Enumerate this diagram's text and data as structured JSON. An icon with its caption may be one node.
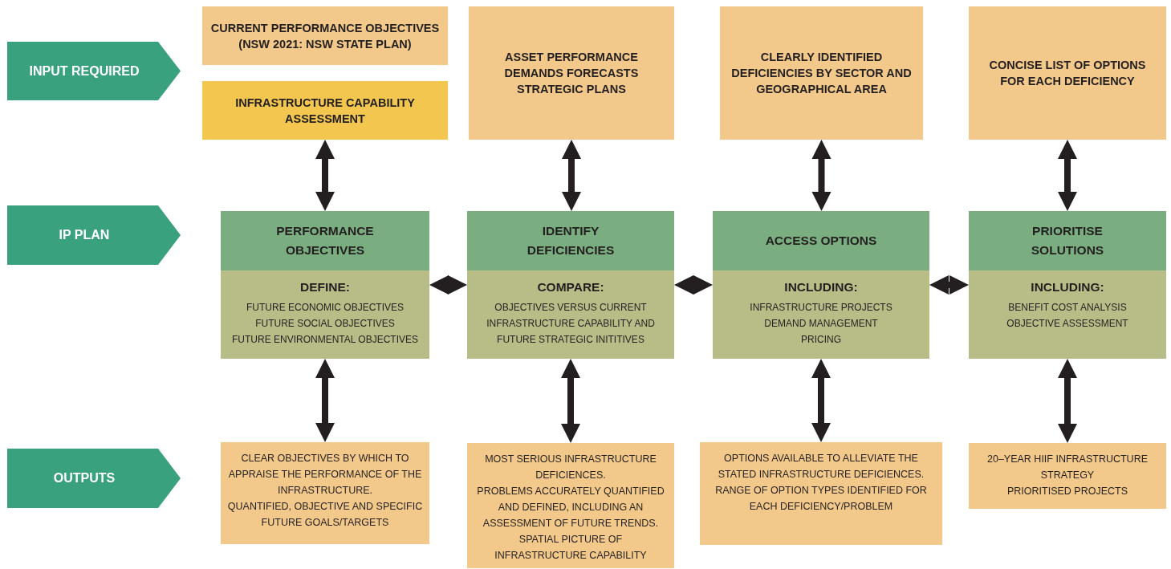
{
  "diagram": {
    "nodes": [
      {
        "text": [
          "INPUT REQUIRED"
        ]
      },
      {
        "text": [
          "CURRENT PERFORMANCE OBJECTIVES (NSW 2021: NSW STATE PLAN)"
        ]
      },
      {
        "text": [
          "INFRASTRUCTURE CAPABILITY ASSESSMENT"
        ]
      },
      {
        "text": [
          "ASSET PERFORMANCE",
          "DEMANDS FORECASTS",
          "STRATEGIC PLANS"
        ]
      },
      {
        "text": [
          "CLEARLY IDENTIFIED DEFICIENCIES BY SECTOR AND GEOGRAPHICAL AREA"
        ]
      },
      {
        "text": [
          "CONCISE LIST OF OPTIONS FOR EACH DEFICIENCY"
        ]
      },
      {
        "text": [
          "IP PLAN"
        ]
      },
      {
        "text": [
          "PERFORMANCE OBJECTIVES",
          "DEFINE:",
          "FUTURE ECONOMIC OBJECTIVES",
          "FUTURE SOCIAL OBJECTIVES",
          "FUTURE ENVIRONMENTAL OBJECTIVES"
        ]
      },
      {
        "text": [
          "IDENTIFY DEFICIENCIES",
          "COMPARE:",
          "OBJECTIVES VERSUS CURRENT INFRASTRUCTURE CAPABILITY AND FUTURE STRATEGIC INITITIVES"
        ]
      },
      {
        "text": [
          "ACCESS OPTIONS",
          "INCLUDING:",
          "INFRASTRUCTURE PROJECTS",
          "DEMAND MANAGEMENT",
          "PRICING"
        ]
      },
      {
        "text": [
          "PRIORITISE SOLUTIONS",
          "INCLUDING:",
          "BENEFIT COST ANALYSIS",
          "OBJECTIVE ASSESSMENT"
        ]
      },
      {
        "text": [
          "OUTPUTS"
        ]
      },
      {
        "text": [
          "CLEAR OBJECTIVES BY WHICH TO APPRAISE THE PERFORMANCE OF THE INFRASTRUCTURE.",
          "QUANTIFIED, OBJECTIVE AND SPECIFIC FUTURE GOALS/TARGETS"
        ]
      },
      {
        "text": [
          "MOST SERIOUS INFRASTRUCTURE DEFICIENCES.",
          "PROBLEMS ACCURATELY QUANTIFIED AND DEFINED, INCLUDING AN ASSESSMENT OF FUTURE TRENDS.",
          "SPATIAL PICTURE OF INFRASTRUCTURE CAPABILITY"
        ]
      },
      {
        "text": [
          "OPTIONS AVAILABLE TO ALLEVIATE THE STATED INFRASTRUCTURE DEFICIENCES. RANGE OF OPTION TYPES IDENTIFIED FOR EACH DEFICIENCY/PROBLEM"
        ]
      },
      {
        "text": [
          "20–YEAR HIIF INFRASTRUCTURE STRATEGY",
          "PRIORITISED PROJECTS"
        ]
      }
    ],
    "edges": [
      {
        "from": 2,
        "to": 7,
        "arrow": "both"
      },
      {
        "from": 3,
        "to": 8,
        "arrow": "both"
      },
      {
        "from": 4,
        "to": 9,
        "arrow": "both"
      },
      {
        "from": 5,
        "to": 10,
        "arrow": "both"
      },
      {
        "from": 7,
        "to": 8,
        "arrow": "both"
      },
      {
        "from": 8,
        "to": 9,
        "arrow": "both"
      },
      {
        "from": 9,
        "to": 10,
        "arrow": "both"
      },
      {
        "from": 7,
        "to": 12,
        "arrow": "both"
      },
      {
        "from": 8,
        "to": 13,
        "arrow": "both"
      },
      {
        "from": 9,
        "to": 14,
        "arrow": "both"
      },
      {
        "from": 10,
        "to": 15,
        "arrow": "both"
      }
    ]
  }
}
